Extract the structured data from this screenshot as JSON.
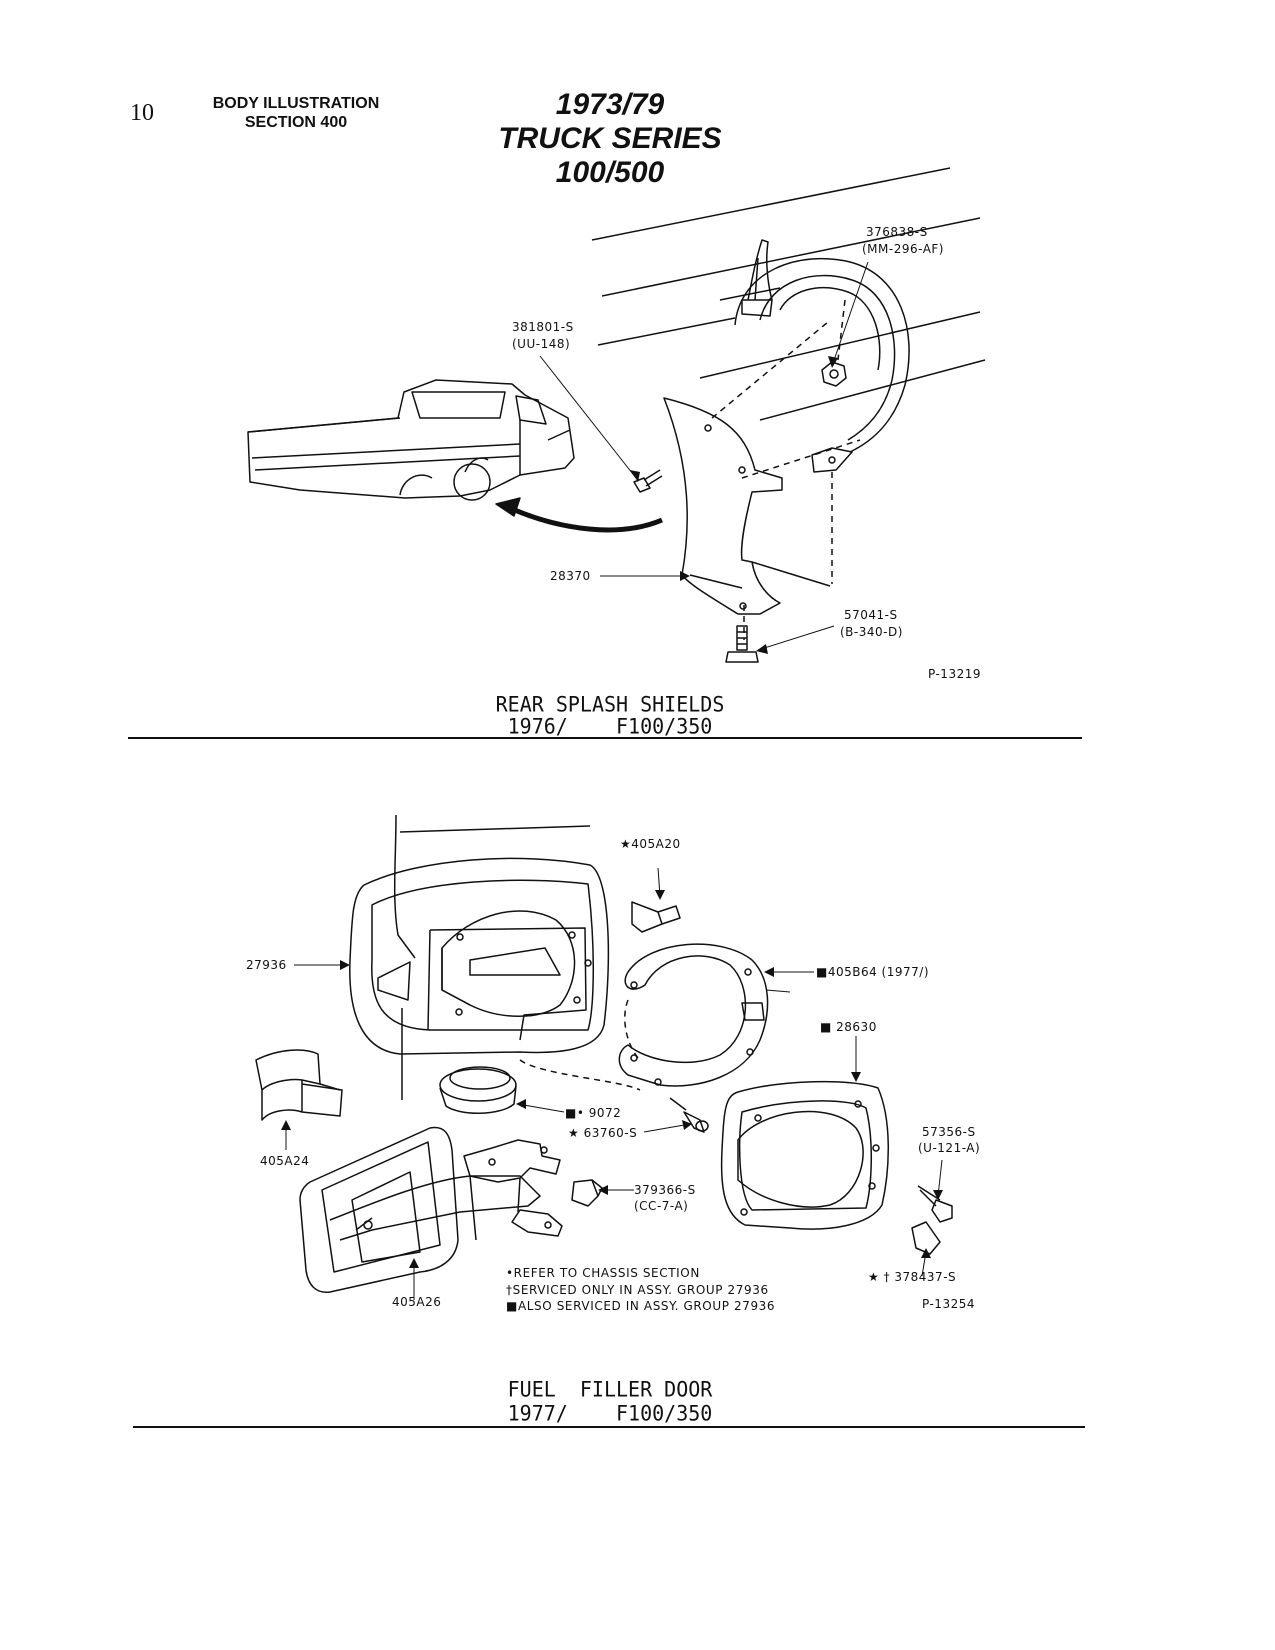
{
  "header": {
    "page_number": "10",
    "section_line1": "BODY ILLUSTRATION",
    "section_line2": "SECTION 400",
    "title_line1": "1973/79",
    "title_line2": "TRUCK SERIES 100/500"
  },
  "splash": {
    "labels": {
      "p376838": "376838-S",
      "p376838_code": "(MM-296-AF)",
      "p381801": "381801-S",
      "p381801_code": "(UU-148)",
      "p28370": "28370",
      "p57041": "57041-S",
      "p57041_code": "(B-340-D)",
      "ref": "P-13219"
    },
    "caption_line1": "REAR SPLASH SHIELDS",
    "caption_line2": "1976/    F100/350"
  },
  "fuel": {
    "labels": {
      "p405A20": "★405A20",
      "p27936": "27936",
      "p405B64": "■405B64 (1977/)",
      "p28630": "■ 28630",
      "p405A24": "405A24",
      "p9072": "■• 9072",
      "p63760": "★ 63760-S",
      "p379366": "379366-S",
      "p379366_code": "(CC-7-A)",
      "p57356": "57356-S",
      "p57356_code": "(U-121-A)",
      "p405A26": "405A26",
      "p378437": "★ † 378437-S",
      "ref": "P-13254"
    },
    "notes": [
      "•REFER TO CHASSIS SECTION",
      "†SERVICED ONLY IN ASSY. GROUP 27936",
      "■ALSO SERVICED IN ASSY. GROUP 27936"
    ],
    "caption_line1": "FUEL  FILLER DOOR",
    "caption_line2": "1977/    F100/350"
  }
}
